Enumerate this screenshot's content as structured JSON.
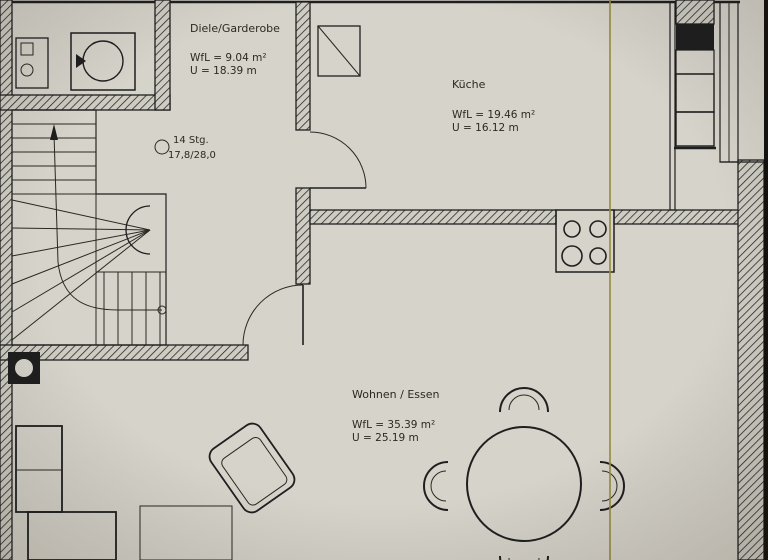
{
  "colors": {
    "paper": "#d6d3ca",
    "ink": "#1f1f1f",
    "highlight": "#dce400",
    "section_line": "#9a8b3c",
    "scan_edge": "#15120e"
  },
  "rooms": {
    "diele": {
      "name": "Diele/Garderobe",
      "area": "WfL = 9.04 m²",
      "perimeter": "U = 18.39 m"
    },
    "kueche": {
      "name": "Küche",
      "area": "WfL = 19.46 m²",
      "perimeter": "U = 16.12 m"
    },
    "wohnen": {
      "name": "Wohnen / Essen",
      "area": "WfL = 35.39 m²",
      "perimeter": "U = 25.19 m"
    }
  },
  "stairs": {
    "steps_label": "14 Stg.",
    "rise_run_label": "17,8/28,0"
  }
}
